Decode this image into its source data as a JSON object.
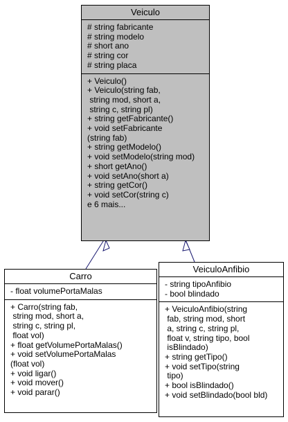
{
  "classes": {
    "veiculo": {
      "name": "Veiculo",
      "attributes": [
        "# string fabricante",
        "# string modelo",
        "# short ano",
        "# string cor",
        "# string placa"
      ],
      "methods": [
        "+ Veiculo()",
        "+ Veiculo(string fab,",
        " string mod, short a,",
        " string c, string pl)",
        "+ string getFabricante()",
        "+ void setFabricante",
        "(string fab)",
        "+ string getModelo()",
        "+ void setModelo(string mod)",
        "+ short getAno()",
        "+ void setAno(short a)",
        "+ string getCor()",
        "+ void setCor(string c)",
        "e 6 mais..."
      ]
    },
    "carro": {
      "name": "Carro",
      "attributes": [
        "- float volumePortaMalas"
      ],
      "methods": [
        "+ Carro(string fab,",
        " string mod, short a,",
        " string c, string pl,",
        " float vol)",
        "+ float getVolumePortaMalas()",
        "+ void setVolumePortaMalas",
        "(float vol)",
        "+ void ligar()",
        "+ void mover()",
        "+ void parar()"
      ]
    },
    "anfibio": {
      "name": "VeiculoAnfibio",
      "attributes": [
        "- string tipoAnfibio",
        "- bool blindado"
      ],
      "methods": [
        "+ VeiculoAnfibio(string",
        " fab, string mod, short",
        " a, string c, string pl,",
        " float v, string tipo, bool",
        " isBlindado)",
        "+ string getTipo()",
        "+ void setTipo(string",
        " tipo)",
        "+ bool isBlindado()",
        "+ void setBlindado(bool bld)"
      ]
    }
  },
  "colors": {
    "base_fill": "#bfbfbf",
    "derived_fill": "#ffffff",
    "edge": "#191970"
  }
}
